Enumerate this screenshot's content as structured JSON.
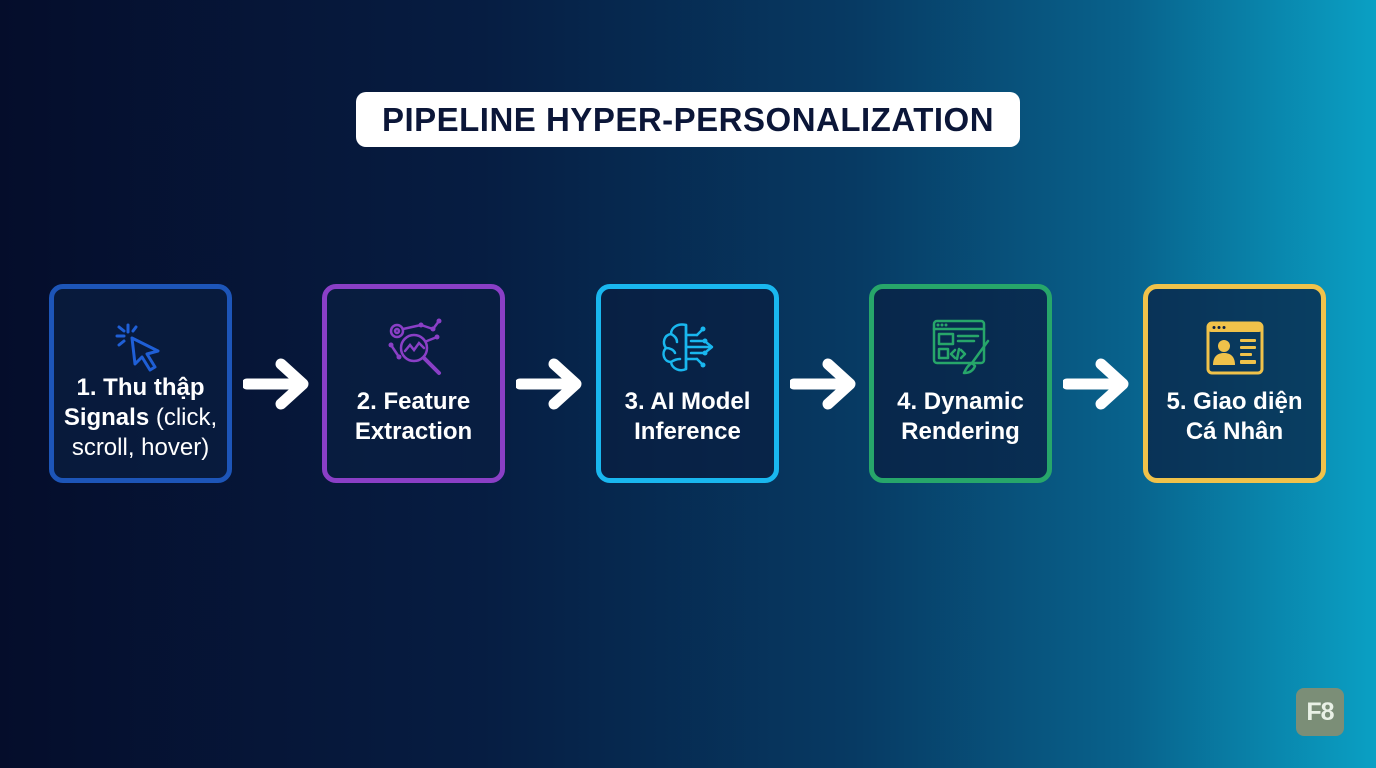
{
  "title": "PIPELINE HYPER-PERSONALIZATION",
  "steps": [
    {
      "line1": "1. Thu thập",
      "line2_bold": "Signals",
      "line2_rest": " (click,",
      "line3": "scroll, hover)",
      "icon": "cursor-click-icon",
      "color": "#1d55b8"
    },
    {
      "line1": "2. Feature",
      "line2": "Extraction",
      "icon": "magnifier-gears-icon",
      "color": "#8a3fc6"
    },
    {
      "line1": "3. AI Model",
      "line2": "Inference",
      "icon": "brain-circuit-icon",
      "color": "#19b7ef"
    },
    {
      "line1": "4. Dynamic",
      "line2": "Rendering",
      "icon": "browser-code-brush-icon",
      "color": "#27a66a"
    },
    {
      "line1": "5. Giao diện",
      "line2": "Cá Nhân",
      "icon": "user-profile-window-icon",
      "color": "#f0c24a"
    }
  ],
  "badge": "F8"
}
